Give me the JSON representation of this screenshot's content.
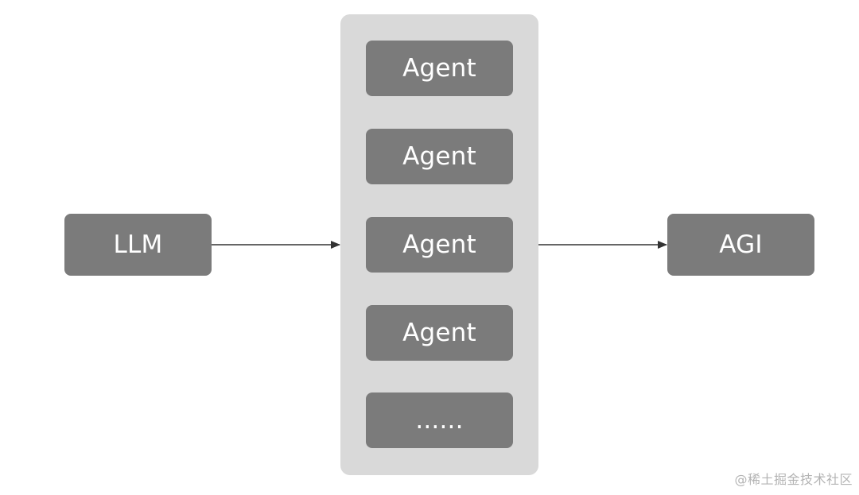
{
  "diagram": {
    "input_node": {
      "label": "LLM"
    },
    "output_node": {
      "label": "AGI"
    },
    "agent_items": [
      {
        "label": "Agent"
      },
      {
        "label": "Agent"
      },
      {
        "label": "Agent"
      },
      {
        "label": "Agent"
      },
      {
        "label": "......"
      }
    ],
    "edges": [
      {
        "from": "LLM",
        "to": "agent-group"
      },
      {
        "from": "agent-group",
        "to": "AGI"
      }
    ]
  },
  "colors": {
    "node_fill": "#7b7b7b",
    "container_fill": "#d9d9d9",
    "arrow": "#333333",
    "label_text": "#ffffff"
  },
  "watermark": {
    "text": "@稀土掘金技术社区"
  }
}
